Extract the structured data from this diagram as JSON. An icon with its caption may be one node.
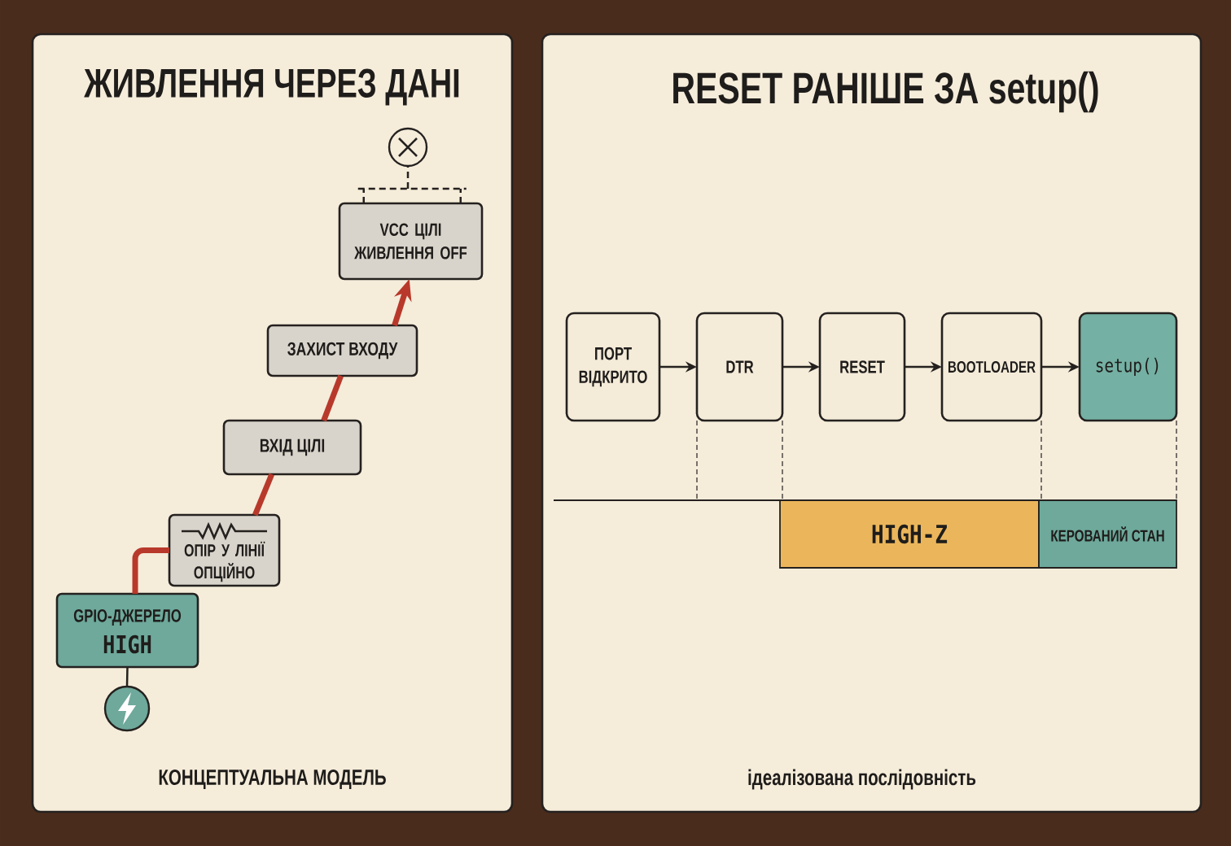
{
  "diagram": {
    "nodes": [
      {
        "text": [
          "ЖИВЛЕННЯ ЧЕРЕЗ ДАНІ",
          "КОНЦЕПТУАЛЬНА МОДЕЛЬ"
        ]
      },
      {
        "text": [],
        "shape": "circle",
        "in": 0
      },
      {
        "text": [
          "VCC ЦІЛІ ЖИВЛЕННЯ OFF"
        ],
        "in": 0
      },
      {
        "text": [
          "ЗАХИСТ ВХОДУ"
        ],
        "in": 0
      },
      {
        "text": [
          "ВХІД ЦІЛІ"
        ],
        "in": 0
      },
      {
        "text": [
          "ОПІР У ЛІНІЇ ОПЦІЙНО"
        ],
        "in": 0
      },
      {
        "text": [
          "GPIO-ДЖЕРЕЛО",
          "HIGH"
        ],
        "in": 0
      },
      {
        "text": [],
        "shape": "circle",
        "in": 0
      },
      {
        "text": [
          "RESET РАНІШЕ ЗА setup()",
          "ідеалізована послідовність"
        ]
      },
      {
        "text": [
          "ПОРТ ВІДКРИТО"
        ],
        "in": 8
      },
      {
        "text": [
          "DTR"
        ],
        "in": 8
      },
      {
        "text": [
          "RESET"
        ],
        "in": 8
      },
      {
        "text": [
          "BOOTLOADER"
        ],
        "in": 8
      },
      {
        "text": [
          "setup()"
        ],
        "in": 8
      },
      {
        "text": [
          "HIGH-Z"
        ],
        "in": 8
      },
      {
        "text": [
          "КЕРОВАНИЙ СТАН"
        ],
        "in": 8
      }
    ],
    "edges": [
      {
        "from": 6,
        "to": 5,
        "arrow": "none",
        "style": "thick",
        "color": "#b8392b"
      },
      {
        "from": 5,
        "to": 4,
        "arrow": "none",
        "style": "thick",
        "color": "#b8392b"
      },
      {
        "from": 4,
        "to": 3,
        "arrow": "none",
        "style": "thick",
        "color": "#b8392b"
      },
      {
        "from": 3,
        "to": 2,
        "arrow": "to",
        "style": "thick",
        "color": "#b8392b"
      },
      {
        "from": 2,
        "to": 1,
        "arrow": "none",
        "style": "dashed"
      },
      {
        "from": 6,
        "to": 7,
        "arrow": "none"
      },
      {
        "from": 9,
        "to": 10,
        "arrow": "to"
      },
      {
        "from": 10,
        "to": 11,
        "arrow": "to"
      },
      {
        "from": 11,
        "to": 12,
        "arrow": "to"
      },
      {
        "from": 12,
        "to": 13,
        "arrow": "to"
      },
      {
        "from": 10,
        "to": null,
        "arrow": "none",
        "style": "dashed"
      },
      {
        "from": 10,
        "to": 14,
        "arrow": "none",
        "style": "dashed"
      },
      {
        "from": 12,
        "to": 15,
        "arrow": "none",
        "style": "dashed"
      },
      {
        "from": 13,
        "to": 15,
        "arrow": "none",
        "style": "dashed"
      }
    ]
  }
}
